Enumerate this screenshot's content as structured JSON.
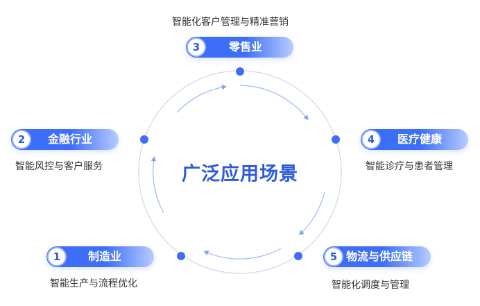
{
  "center_title": "广泛应用场景",
  "sectors": [
    {
      "number": "1",
      "name": "制造业",
      "subtitle": "智能生产与流程优化"
    },
    {
      "number": "2",
      "name": "金融行业",
      "subtitle": "智能风控与客户服务"
    },
    {
      "number": "3",
      "name": "零售业",
      "subtitle": "智能化客户管理与精准营销"
    },
    {
      "number": "4",
      "name": "医疗健康",
      "subtitle": "智能诊疗与患者管理"
    },
    {
      "number": "5",
      "name": "物流与供应链",
      "subtitle": "智能化调度与管理"
    }
  ],
  "colors": {
    "accent": "#3d6ef7",
    "title": "#2f5bd8",
    "ring": "#d5def0",
    "arrow": "#7fa2ee",
    "text": "#333333"
  }
}
